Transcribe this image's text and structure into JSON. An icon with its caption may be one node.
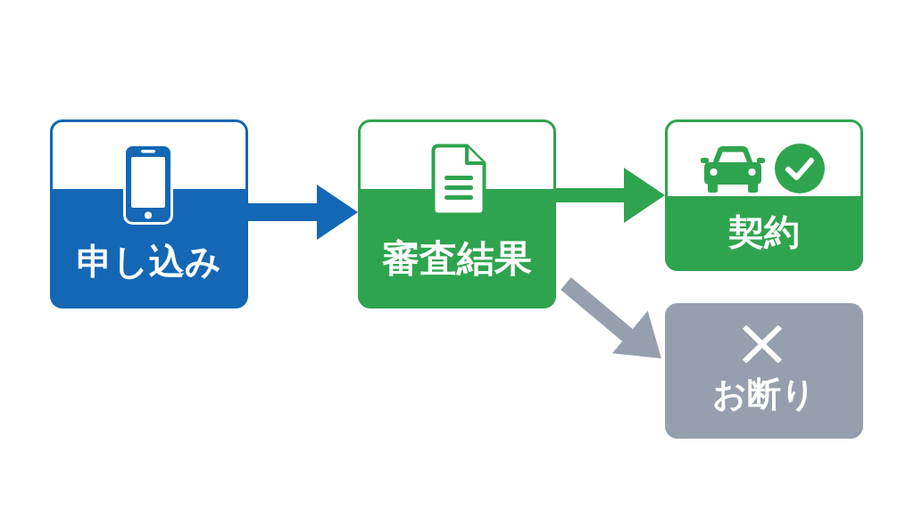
{
  "diagram": {
    "nodes": [
      {
        "text": [
          "申し込み"
        ]
      },
      {
        "text": [
          "審査結果"
        ]
      },
      {
        "text": [
          "契約"
        ]
      },
      {
        "text": [
          "お断り"
        ]
      }
    ],
    "edges": [
      {
        "from": 0,
        "to": 1,
        "arrow": "to",
        "color": "#1467b4"
      },
      {
        "from": 1,
        "to": 2,
        "arrow": "to",
        "color": "#2fa44f"
      },
      {
        "from": 1,
        "to": 3,
        "arrow": "to",
        "color": "#959fae"
      }
    ]
  }
}
